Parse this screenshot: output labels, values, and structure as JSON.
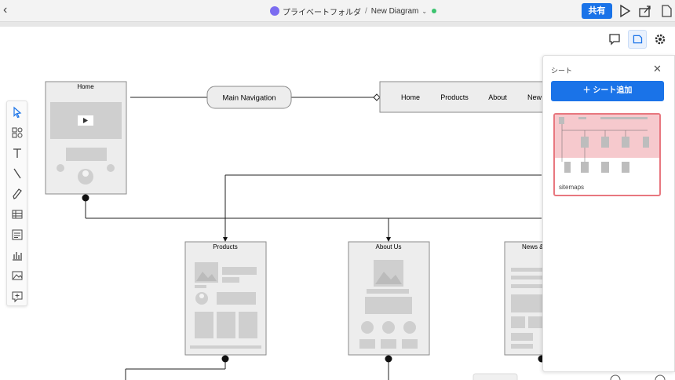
{
  "topbar": {
    "folder_name": "プライベートフォルダ",
    "separator": "/",
    "diagram_name": "New Diagram",
    "share_label": "共有"
  },
  "panel": {
    "title": "シート",
    "add_sheet_label": "＋ シート追加",
    "sheets": [
      {
        "name": "sitemaps"
      }
    ]
  },
  "diagram": {
    "nodes": {
      "home_title": "Home",
      "main_nav": "Main Navigation",
      "nav_items": [
        "Home",
        "Products",
        "About",
        "New"
      ],
      "products_title": "Products",
      "about_title": "About Us",
      "news_title": "News &"
    }
  },
  "colors": {
    "accent": "#1a73e8",
    "selected_sheet_border": "#e8777f",
    "wireframe_fill": "#ededed",
    "wireframe_block": "#cfcfcf",
    "saved_dot": "#3cc36f"
  }
}
